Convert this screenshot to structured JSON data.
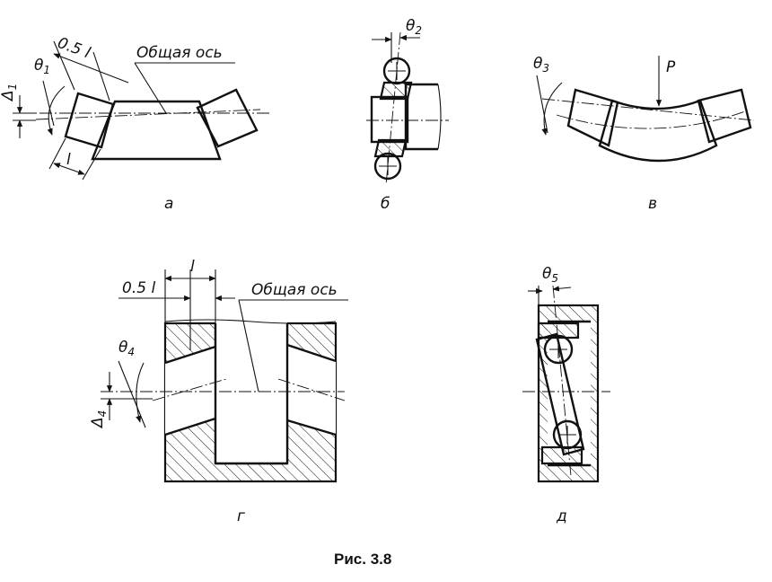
{
  "caption": "Рис. 3.8",
  "panels": {
    "a": {
      "letter": "а",
      "axis_label": "Общая ось",
      "dim_half": "0.5 l",
      "dim_l": "l",
      "angle": "θ",
      "angle_index": "1",
      "offset": "Δ",
      "offset_index": "1"
    },
    "b": {
      "letter": "б",
      "angle": "θ",
      "angle_index": "2"
    },
    "v": {
      "letter": "в",
      "angle": "θ",
      "angle_index": "3",
      "force": "P"
    },
    "g": {
      "letter": "г",
      "axis_label": "Общая ось",
      "dim_half": "0.5 l",
      "dim_l": "l",
      "angle": "θ",
      "angle_index": "4",
      "offset": "Δ",
      "offset_index": "4"
    },
    "d": {
      "letter": "д",
      "angle": "θ",
      "angle_index": "5"
    }
  }
}
